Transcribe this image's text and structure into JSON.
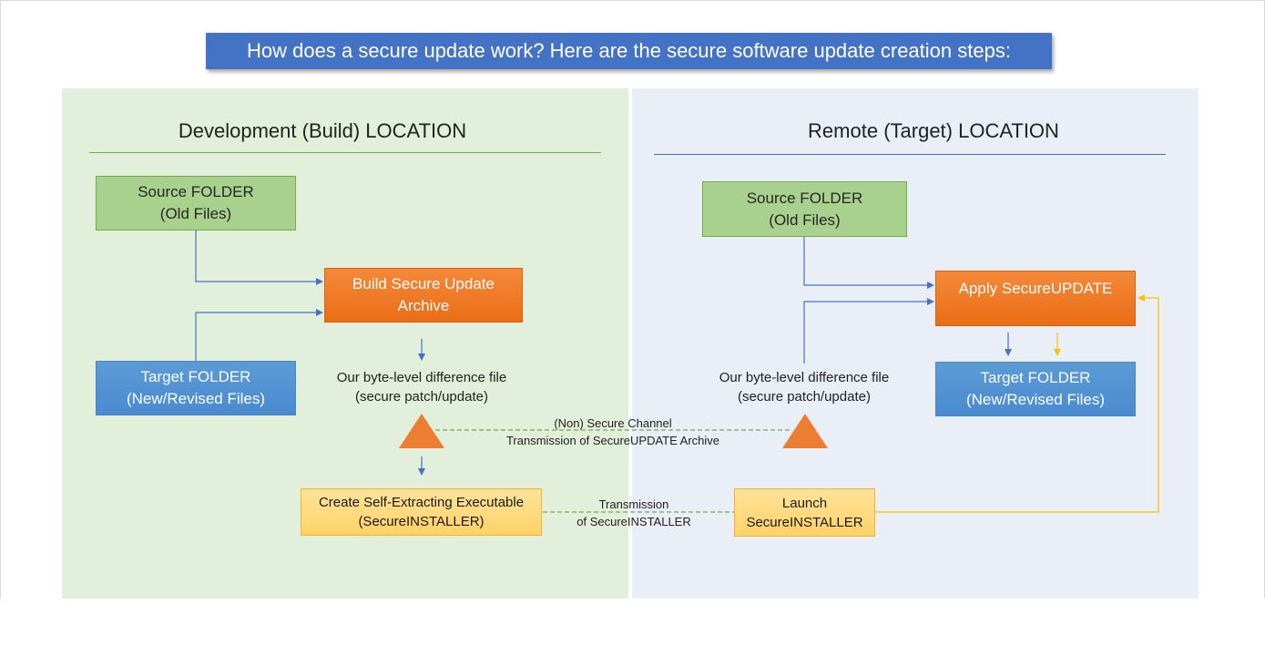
{
  "title": "How does a secure update work? Here are the secure software update creation steps:",
  "left": {
    "heading": "Development (Build) LOCATION",
    "source_box": [
      "Source FOLDER",
      "(Old Files)"
    ],
    "target_box": [
      "Target FOLDER",
      "(New/Revised Files)"
    ],
    "build_box": [
      "Build Secure Update",
      "Archive"
    ],
    "diff_caption": [
      "Our byte-level difference file",
      "(secure patch/update)"
    ],
    "installer_box": [
      "Create Self-Extracting Executable",
      "(SecureINSTALLER)"
    ]
  },
  "right": {
    "heading": "Remote (Target) LOCATION",
    "source_box": [
      "Source FOLDER",
      "(Old Files)"
    ],
    "apply_box": "Apply SecureUPDATE",
    "target_box": [
      "Target FOLDER",
      "(New/Revised Files)"
    ],
    "diff_caption": [
      "Our byte-level difference file",
      "(secure patch/update)"
    ],
    "launch_box": [
      "Launch",
      "SecureINSTALLER"
    ]
  },
  "channel": {
    "line1": "(Non) Secure Channel",
    "line2": "Transmission of SecureUPDATE Archive"
  },
  "installer_transmission": {
    "line1": "Transmission",
    "line2": "of SecureINSTALLER"
  },
  "colors": {
    "banner": "#4472c4",
    "left_panel": "#e2efda",
    "right_panel": "#e9eef7",
    "arrow_blue": "#4472c4",
    "arrow_yellow": "#ffc000",
    "dash_green": "#70ad47",
    "triangle": "#ed7d31"
  }
}
